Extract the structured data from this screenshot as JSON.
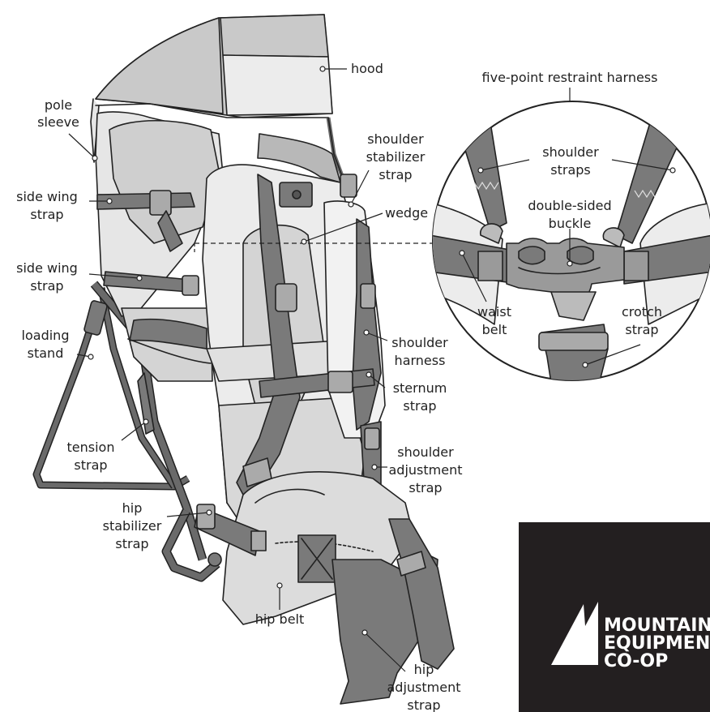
{
  "labels": {
    "hood": "hood",
    "harness_title": "five-point restraint harness",
    "pole_sleeve": [
      "pole",
      "sleeve"
    ],
    "side_wing_strap_1": [
      "side wing",
      "strap"
    ],
    "side_wing_strap_2": [
      "side wing",
      "strap"
    ],
    "loading_stand": [
      "loading",
      "stand"
    ],
    "tension_strap": [
      "tension",
      "strap"
    ],
    "hip_stabilizer_strap": [
      "hip",
      "stabilizer",
      "strap"
    ],
    "hip_belt": "hip belt",
    "hip_adjustment_strap": [
      "hip",
      "adjustment",
      "strap"
    ],
    "shoulder_stabilizer_strap": [
      "shoulder",
      "stabilizer",
      "strap"
    ],
    "wedge": "wedge",
    "shoulder_harness": [
      "shoulder",
      "harness"
    ],
    "sternum_strap": [
      "sternum",
      "strap"
    ],
    "shoulder_adjustment_strap": [
      "shoulder",
      "adjustment",
      "strap"
    ],
    "shoulder_straps": [
      "shoulder",
      "straps"
    ],
    "double_sided_buckle": [
      "double-sided",
      "buckle"
    ],
    "waist_belt": [
      "waist",
      "belt"
    ],
    "crotch_strap": [
      "crotch",
      "strap"
    ]
  },
  "logo": {
    "lines": [
      "MOUNTAIN",
      "EQUIPMENT",
      "CO-OP"
    ]
  },
  "colors": {
    "background": "#ffffff",
    "outline": "#222222",
    "fabric_light": "#e6e6e6",
    "fabric_mid": "#c9c9c9",
    "strap_dark": "#7a7a7a",
    "frame": "#6a6a6a",
    "logo_bg": "#231f20"
  }
}
